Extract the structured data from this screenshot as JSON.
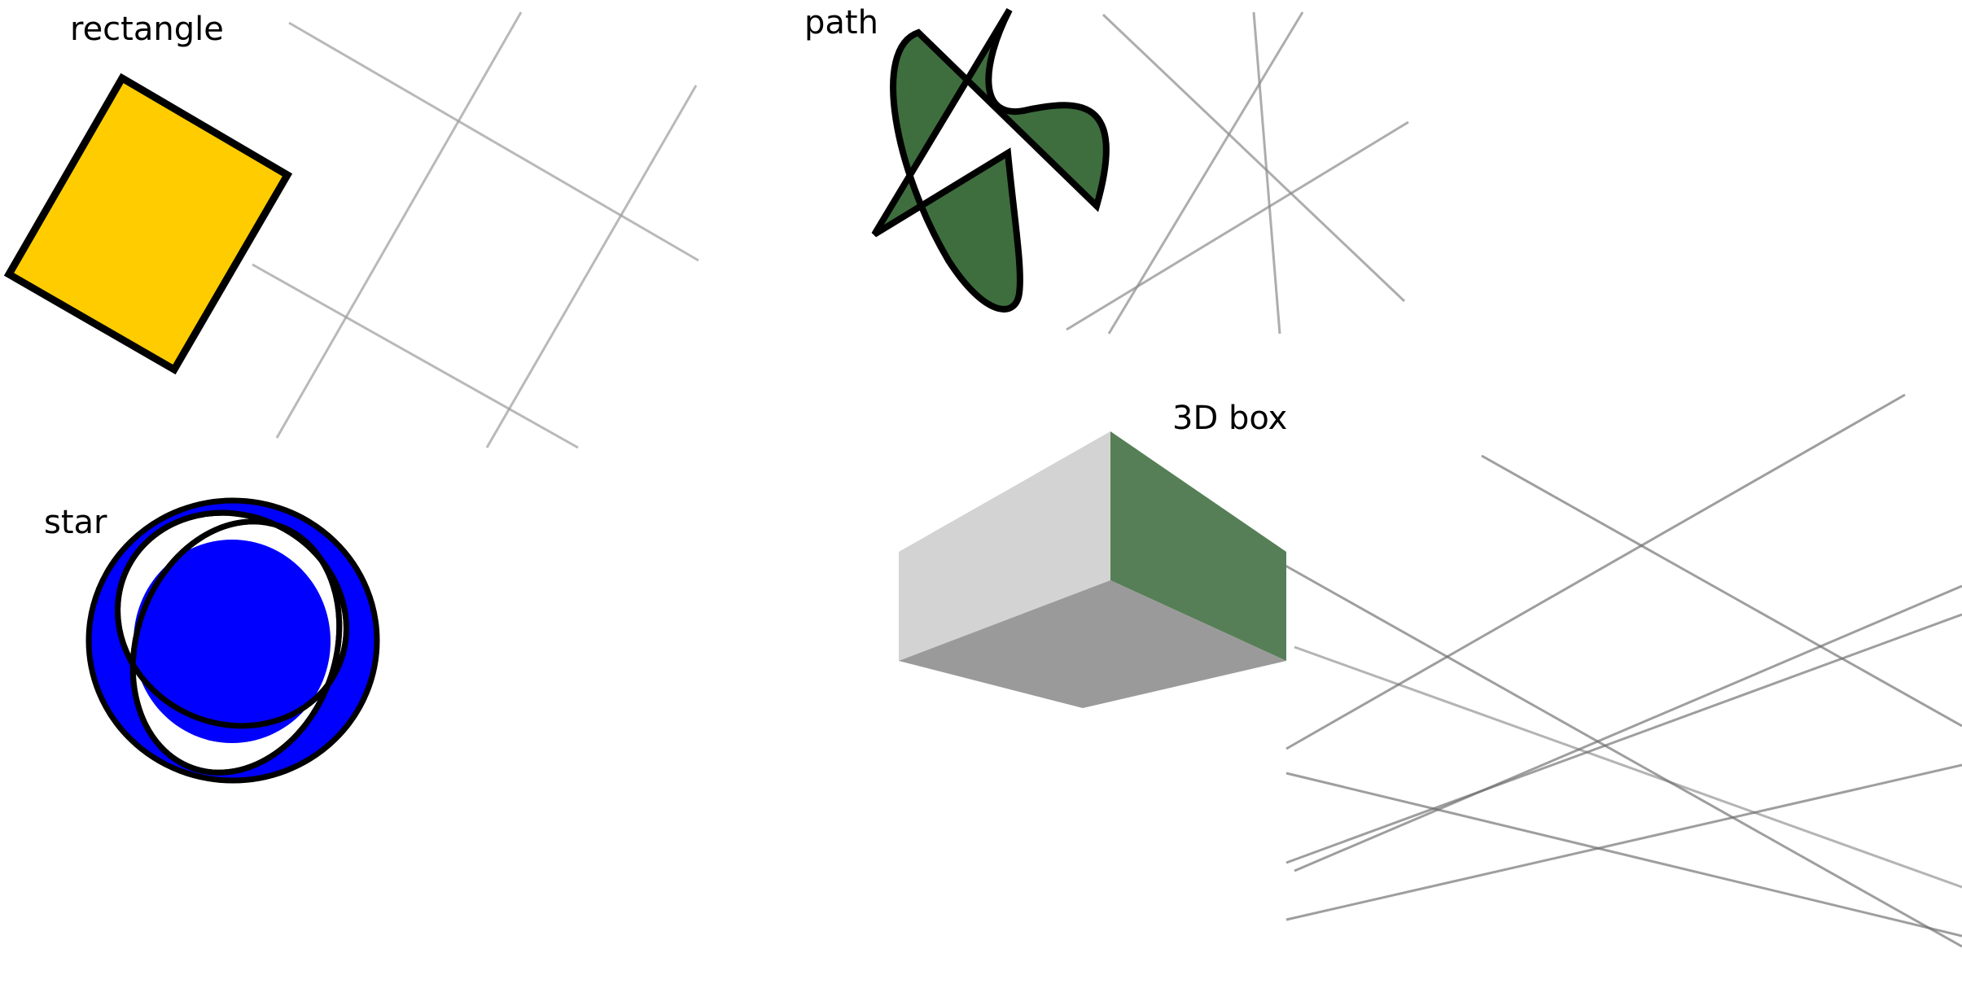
{
  "labels": {
    "rectangle": "rectangle",
    "path": "path",
    "star": "star",
    "box3d": "3D box"
  },
  "shapes": {
    "rectangle": {
      "fill": "#FFCC00",
      "stroke": "#000000"
    },
    "path": {
      "fill": "#3E6E3E",
      "stroke": "#000000"
    },
    "star": {
      "fill": "#0000FF",
      "stroke": "#000000"
    },
    "box3d": {
      "left_face": "#D3D3D3",
      "right_face": "#577F57",
      "bottom_face": "#9A9A9A"
    }
  },
  "guide_line_color": "#7A7A7A"
}
